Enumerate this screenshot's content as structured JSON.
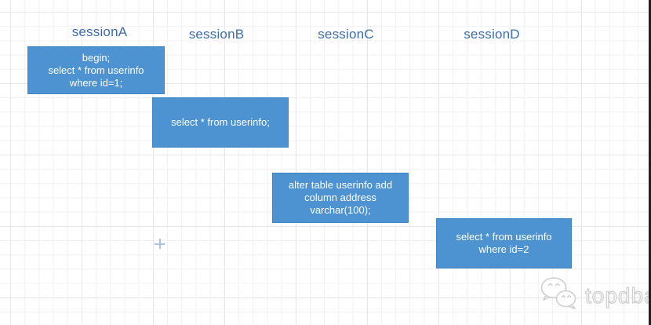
{
  "canvas": {
    "sessions": [
      {
        "label": "sessionA",
        "sql": "begin;\nselect * from userinfo\nwhere id=1;"
      },
      {
        "label": "sessionB",
        "sql": "select * from userinfo;"
      },
      {
        "label": "sessionC",
        "sql": "alter table userinfo add\ncolumn address\nvarchar(100);"
      },
      {
        "label": "sessionD",
        "sql": "select * from userinfo\nwhere id=2"
      }
    ],
    "cursor": {
      "type": "crosshair"
    }
  },
  "watermark": {
    "text": "topdba",
    "icon": "wechat-logo"
  },
  "theme": {
    "box_fill": "#4d93d2",
    "box_border": "#4084c2",
    "box_text": "#ffffff",
    "label_color": "#3e6da8",
    "grid_minor": "#f1f1f5",
    "grid_major": "#e7e7ed",
    "crosshair_color": "#a5c3e8",
    "watermark_color": "#cfcfcf"
  }
}
